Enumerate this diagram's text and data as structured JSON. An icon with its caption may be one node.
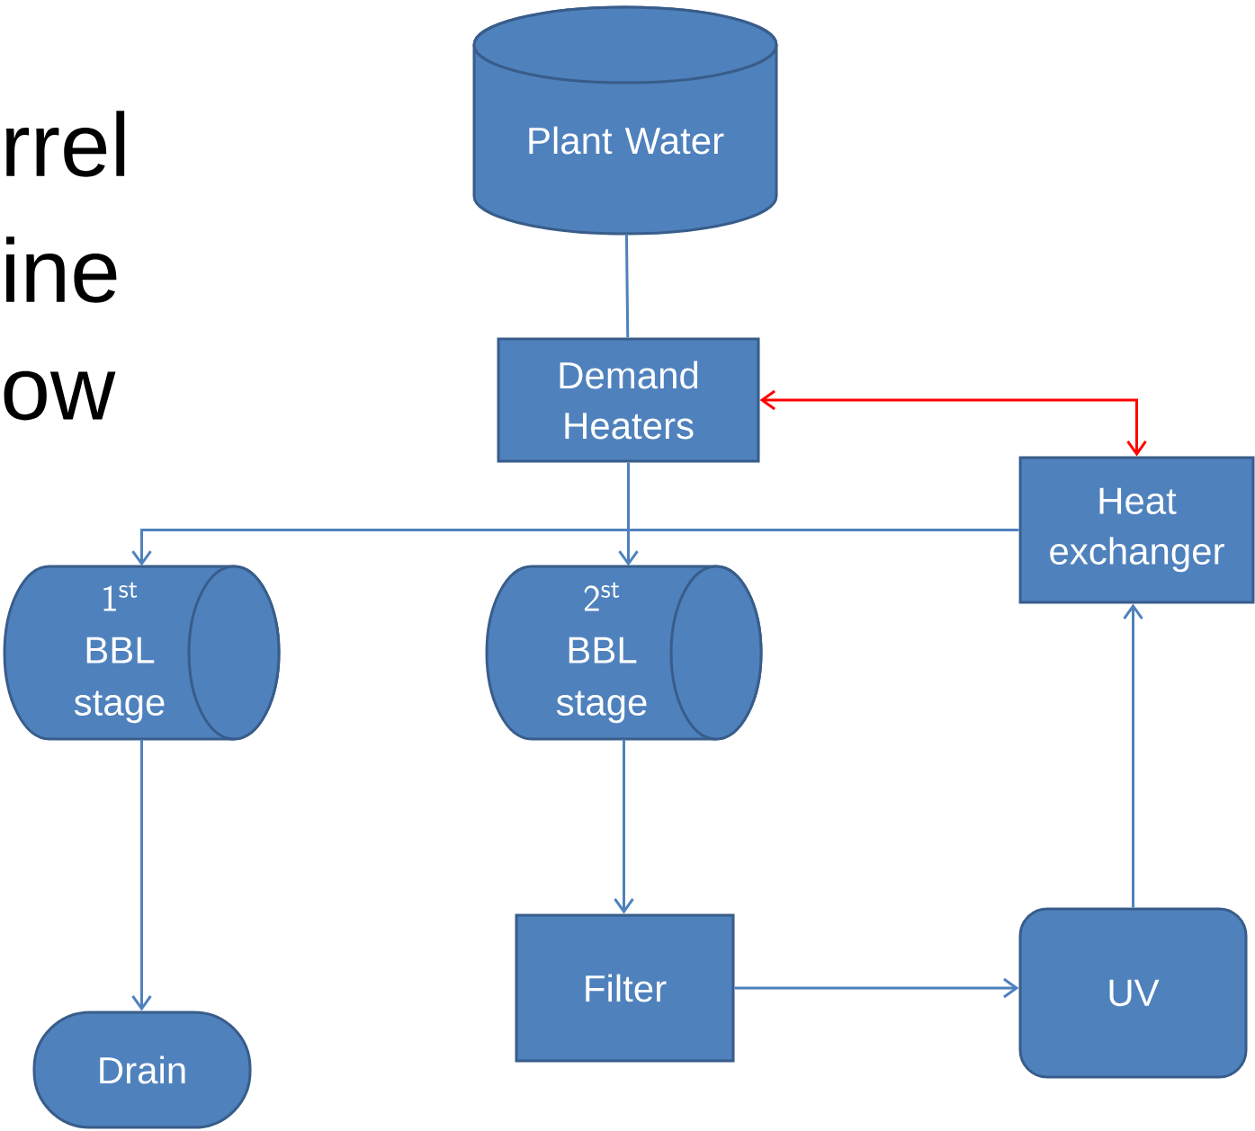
{
  "diagram": {
    "nodes": [
      {
        "text": [
          "Plant Water"
        ]
      },
      {
        "text": [
          "Demand Heaters"
        ]
      },
      {
        "text": [
          "Heat exchanger"
        ]
      },
      {
        "text": [
          "\\mathsf{1}^{\\mathsf{st}}",
          "BBL stage"
        ]
      },
      {
        "text": [
          "\\mathsf{2}^{\\mathsf{st}}",
          "BBL stage"
        ]
      },
      {
        "text": [
          "Filter"
        ]
      },
      {
        "text": [
          "UV"
        ]
      },
      {
        "text": [
          "Drain"
        ]
      }
    ],
    "edges": [
      {
        "from": 0,
        "to": 1,
        "arrow": "none"
      },
      {
        "from": 1,
        "to": 2,
        "arrow": "both",
        "color": "#ff0000"
      },
      {
        "from": 1,
        "to": 4,
        "arrow": "to"
      },
      {
        "from": 2,
        "to": 3,
        "arrow": "to"
      },
      {
        "from": 3,
        "to": 7,
        "arrow": "to"
      },
      {
        "from": 4,
        "to": 5,
        "arrow": "to"
      },
      {
        "from": 5,
        "to": 6,
        "arrow": "to"
      },
      {
        "from": 6,
        "to": 2,
        "arrow": "to"
      }
    ],
    "labels": [
      "rrel",
      "ine",
      "ow"
    ]
  }
}
